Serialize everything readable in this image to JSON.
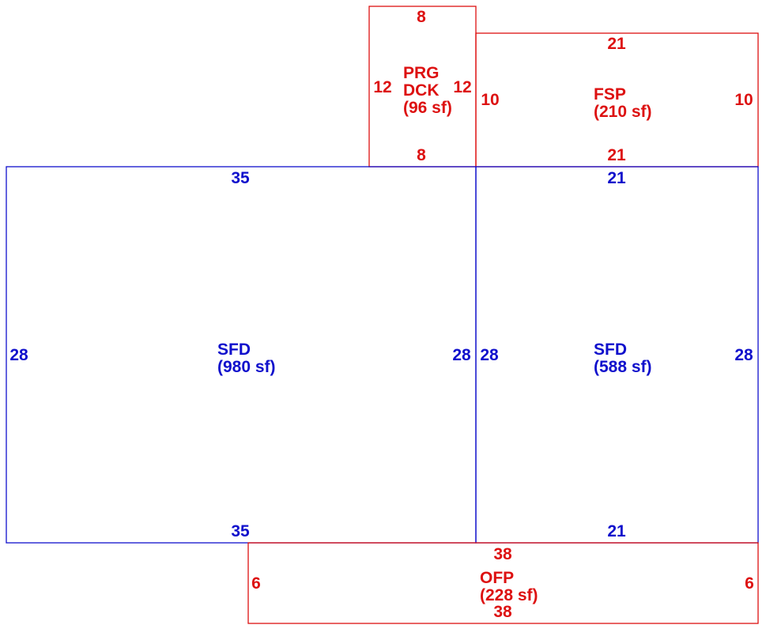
{
  "colors": {
    "living": "#1010cc",
    "exterior": "#dd1111",
    "background": "#ffffff"
  },
  "rooms": [
    {
      "id": "prg-dck",
      "kind": "exterior",
      "label_lines": [
        "PRG",
        "DCK",
        "(96 sf)"
      ],
      "dims": {
        "top": "8",
        "bottom": "8",
        "left": "12",
        "right": "12"
      }
    },
    {
      "id": "fsp",
      "kind": "exterior",
      "label_lines": [
        "FSP",
        "(210 sf)"
      ],
      "dims": {
        "top": "21",
        "bottom": "21",
        "left": "10",
        "right": "10"
      }
    },
    {
      "id": "sfd-left",
      "kind": "living",
      "label_lines": [
        "SFD",
        "(980 sf)"
      ],
      "dims": {
        "top": "35",
        "bottom": "35",
        "left": "28",
        "right": "28"
      }
    },
    {
      "id": "sfd-right",
      "kind": "living",
      "label_lines": [
        "SFD",
        "(588 sf)"
      ],
      "dims": {
        "top": "21",
        "bottom": "21",
        "left": "28",
        "right": "28"
      }
    },
    {
      "id": "ofp",
      "kind": "exterior",
      "label_lines": [
        "OFP",
        "(228 sf)"
      ],
      "dims": {
        "top": "38",
        "bottom": "38",
        "left": "6",
        "right": "6"
      }
    }
  ]
}
